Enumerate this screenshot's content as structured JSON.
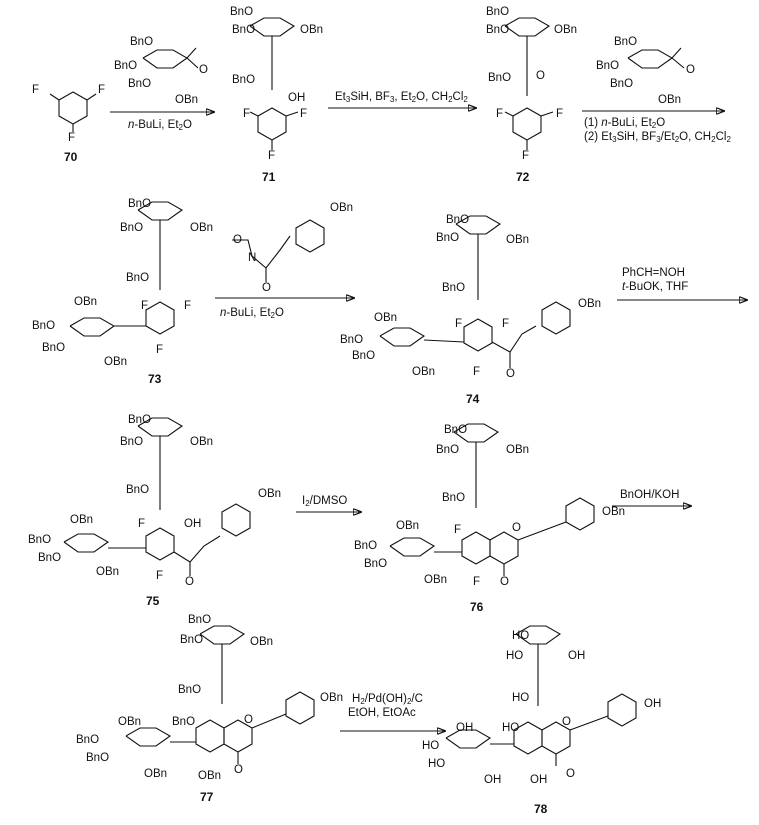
{
  "compounds": {
    "c70": {
      "id": "70"
    },
    "c71": {
      "id": "71"
    },
    "c72": {
      "id": "72"
    },
    "c73": {
      "id": "73"
    },
    "c74": {
      "id": "74"
    },
    "c75": {
      "id": "75"
    },
    "c76": {
      "id": "76"
    },
    "c77": {
      "id": "77"
    },
    "c78": {
      "id": "78"
    }
  },
  "groups": {
    "bno": "BnO",
    "obn": "OBn",
    "oh": "OH",
    "ho": "HO",
    "f": "F",
    "o": "O",
    "n": "N"
  },
  "conditions": {
    "step1": "n-BuLi, Et2O",
    "step2": "Et3SiH, BF3, Et2O, CH2Cl2",
    "step3_1": "(1) n-BuLi, Et2O",
    "step3_2": "(2) Et3SiH, BF3/Et2O, CH2Cl2",
    "step4": "n-BuLi, Et2O",
    "step5_1": "PhCH=NOH",
    "step5_2": "t-BuOK, THF",
    "step6": "I2/DMSO",
    "step7": "BnOH/KOH",
    "step8_1": "H2/Pd(OH)2/C",
    "step8_2": "EtOH, EtOAc"
  }
}
